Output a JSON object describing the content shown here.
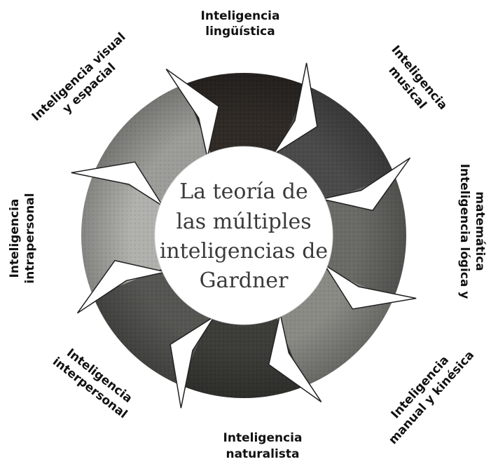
{
  "center": {
    "lines": [
      "La teoría de",
      "las múltiples",
      "inteligencias de",
      "Gardner"
    ]
  },
  "segments": [
    {
      "id": "linguistica",
      "lines": [
        "Inteligencia",
        "lingüística"
      ],
      "color": "#2f2a26"
    },
    {
      "id": "musical",
      "lines": [
        "Inteligencia",
        "musical"
      ],
      "color": "#4a4a4a"
    },
    {
      "id": "logica",
      "lines": [
        "Inteligencia lógica y",
        "matemática"
      ],
      "color": "#6a6a66"
    },
    {
      "id": "kinesica",
      "lines": [
        "Inteligencia",
        "manual y kinésica"
      ],
      "color": "#8a8a85"
    },
    {
      "id": "naturalista",
      "lines": [
        "Inteligencia",
        "naturalista"
      ],
      "color": "#3c3c38"
    },
    {
      "id": "interpersonal",
      "lines": [
        "Inteligencia",
        "interpersonal"
      ],
      "color": "#555552"
    },
    {
      "id": "intrapersonal",
      "lines": [
        "Inteligencia",
        "intrapersonal"
      ],
      "color": "#b0b0ac"
    },
    {
      "id": "visual",
      "lines": [
        "Inteligencia visual",
        "y espacial"
      ],
      "color": "#9c9c98"
    }
  ]
}
